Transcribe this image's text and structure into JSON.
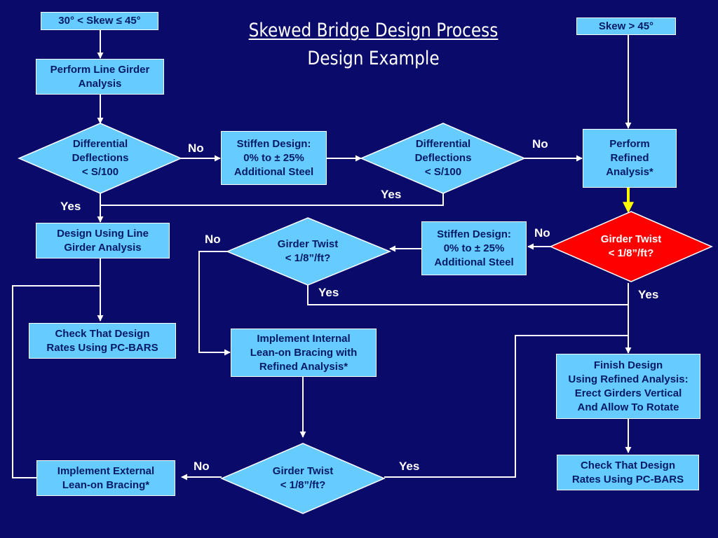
{
  "title": "Skewed Bridge Design Process",
  "subtitle": "Design Example",
  "nodes": {
    "skew_30_45": "30° < Skew ≤ 45°",
    "skew_gt_45": "Skew > 45°",
    "line_girder_analysis": "Perform Line Girder\nAnalysis",
    "diff_defl_1": "Differential\nDeflections\n< S/100",
    "stiffen_1": "Stiffen Design:\n0% to ± 25%\nAdditional Steel",
    "diff_defl_2": "Differential\nDeflections\n< S/100",
    "refined_analysis": "Perform\nRefined\nAnalysis*",
    "design_line_girder": "Design Using Line\nGirder Analysis",
    "twist_mid": "Girder Twist\n< 1/8”/ft?",
    "stiffen_2": "Stiffen Design:\n0% to ± 25%\nAdditional Steel",
    "twist_red": "Girder Twist\n< 1/8”/ft?",
    "check_left": "Check That Design\nRates Using PC-BARS",
    "internal_bracing": "Implement Internal\nLean-on Bracing with\nRefined Analysis*",
    "finish_design": "Finish Design\nUsing Refined Analysis:\nErect Girders Vertical\nAnd Allow To Rotate",
    "external_bracing": "Implement External\nLean-on Bracing*",
    "twist_bottom": "Girder Twist\n< 1/8”/ft?",
    "check_right": "Check That Design\nRates Using PC-BARS"
  },
  "labels": {
    "no_1": "No",
    "yes_1": "Yes",
    "yes_2": "Yes",
    "no_2": "No",
    "no_3": "No",
    "no_4": "No",
    "yes_3": "Yes",
    "yes_4": "Yes",
    "no_5": "No",
    "yes_5": "Yes"
  },
  "colors": {
    "background": "#0a0a6b",
    "node_fill": "#66ccff",
    "node_text": "#001a66",
    "decision_highlight": "#ff0000",
    "highlight_arrow": "#ffff00",
    "connector": "#ffffff"
  }
}
